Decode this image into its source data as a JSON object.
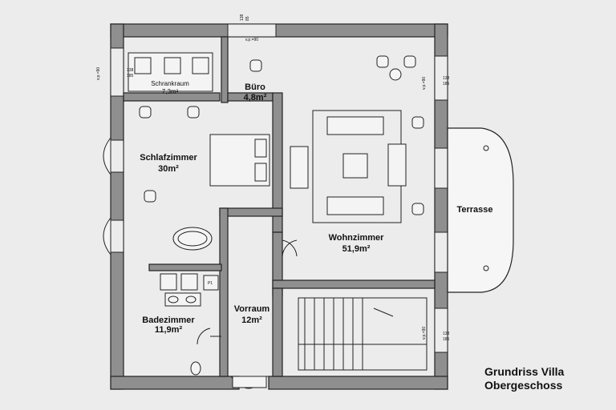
{
  "rooms": {
    "schrankraum": {
      "name": "Schrankraum",
      "area": "7,3m²"
    },
    "buero": {
      "name": "Büro",
      "area": "4,8m²"
    },
    "schlafzimmer": {
      "name": "Schlafzimmer",
      "area": "30m²"
    },
    "wohnzimmer": {
      "name": "Wohnzimmer",
      "area": "51,9m²"
    },
    "terrasse": {
      "name": "Terrasse"
    },
    "vorraum": {
      "name": "Vorraum",
      "area": "12m²"
    },
    "badezimmer": {
      "name": "Badezimmer",
      "area": "11,9m²"
    }
  },
  "title": {
    "line1": "Grundriss Villa",
    "line2": "Obergeschoss"
  },
  "window_marks": {
    "top": {
      "label": "v.p.=90",
      "dims": [
        "138",
        "85"
      ]
    },
    "left": {
      "label": "v.p.=90",
      "dims": [
        "138",
        "185"
      ]
    },
    "right_upper": {
      "label": "v.p.=90",
      "dims": [
        "138",
        "185"
      ]
    },
    "right_lower": {
      "label": "v.p.=90",
      "dims": [
        "138",
        "185"
      ]
    }
  },
  "fixtures": {
    "p1": "P1"
  }
}
